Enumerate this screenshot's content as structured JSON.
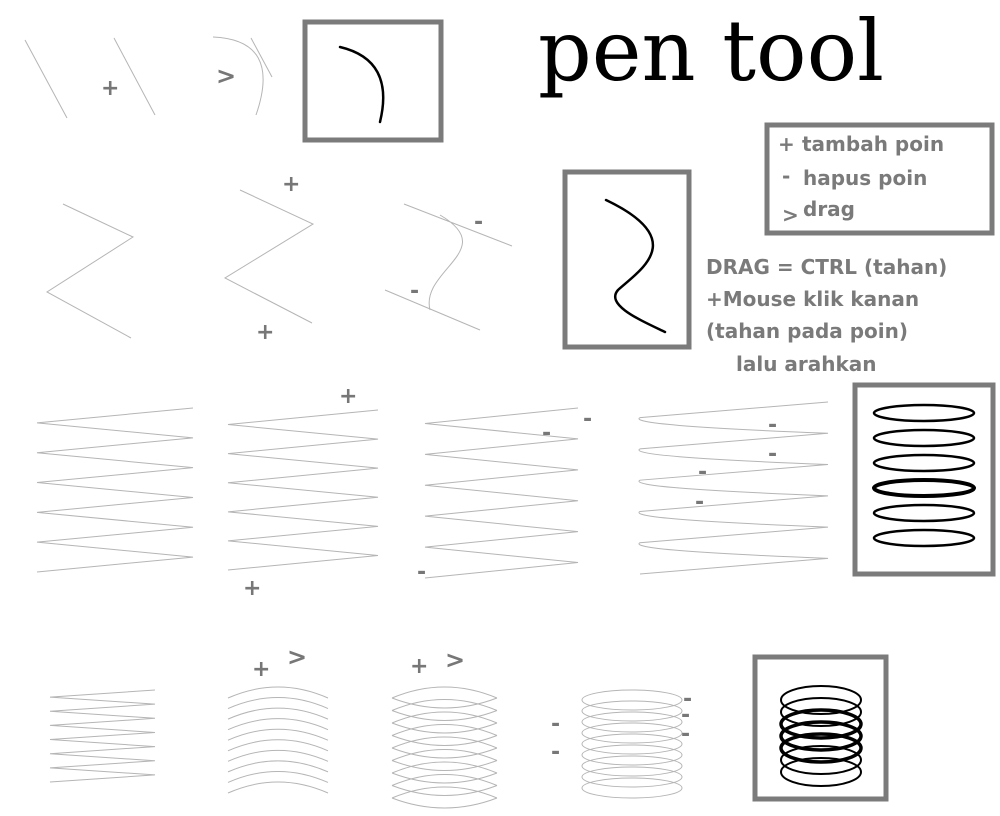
{
  "title": "pen tool",
  "legend": {
    "add": {
      "symbol": "+",
      "label": "tambah poin"
    },
    "remove": {
      "symbol": "-",
      "label": "hapus poin"
    },
    "drag": {
      "symbol": ">",
      "label": "drag"
    }
  },
  "instructions": [
    "DRAG = CTRL (tahan)",
    "+Mouse klik kanan",
    "(tahan pada poin)",
    "lalu arahkan"
  ],
  "markers": {
    "plus": "+",
    "minus": "-",
    "drag": ">"
  }
}
